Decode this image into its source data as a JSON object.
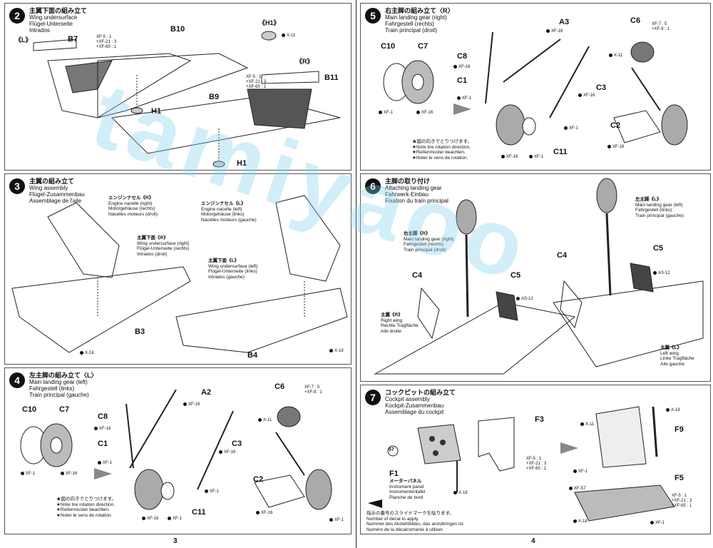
{
  "steps": {
    "s2": {
      "num": "2",
      "jp": "主翼下面の組み立て",
      "en": "Wing undersurface",
      "de": "Flügel-Unterseite",
      "fr": "Intrados"
    },
    "s3": {
      "num": "3",
      "jp": "主翼の組み立て",
      "en": "Wing assembly",
      "de": "Flügel-Zusammenbau",
      "fr": "Assemblage de l'aile"
    },
    "s4": {
      "num": "4",
      "jp": "左主脚の組み立て〈L〉",
      "en": "Main landing gear (left)",
      "de": "Fahrgestell (links)",
      "fr": "Train principal (gauche)"
    },
    "s5": {
      "num": "5",
      "jp": "右主脚の組み立て〈R〉",
      "en": "Main landing gear (right)",
      "de": "Fahrgestell (rechts)",
      "fr": "Train principal (droit)"
    },
    "s6": {
      "num": "6",
      "jp": "主脚の取り付け",
      "en": "Attaching landing gear",
      "de": "Fahrwerk-Einbau",
      "fr": "Fixation du train principal"
    },
    "s7": {
      "num": "7",
      "jp": "コックピットの組み立て",
      "en": "Cockpit assembly",
      "de": "Kockpit-Zusammenbau",
      "fr": "Assemblage du cockpit"
    }
  },
  "parts": {
    "L": "《L》",
    "R": "《R》",
    "H1": "H1",
    "H1b": "《H1》",
    "B7": "B7",
    "B10": "B10",
    "B9": "B9",
    "B11": "B11",
    "B3": "B3",
    "B4": "B4",
    "C10": "C10",
    "C7": "C7",
    "C8": "C8",
    "C1": "C1",
    "A2": "A2",
    "A3": "A3",
    "C3": "C3",
    "C11": "C11",
    "C6": "C6",
    "C2": "C2",
    "C4": "C4",
    "C5": "C5",
    "F1": "F1",
    "F3": "F3",
    "F9": "F9",
    "F5": "F5",
    "d57": "57"
  },
  "paints": {
    "x11": "X-11",
    "x18": "X-18",
    "xf1": "XF-1",
    "xf16": "XF-16",
    "xf57": "XF-57",
    "as12": "AS-12",
    "mix1": "XF-5 : 1",
    "mix2": "+XF-21 : 3",
    "mix3": "+XF-65 : 1",
    "mixc1": "XF-7 : 5",
    "mixc2": "+XF-9 : 1"
  },
  "subs": {
    "nacelleR": {
      "jp": "エンジンナセル《R》",
      "en": "Engine nacelle (right)",
      "de": "Motorgehäuse (rechts)",
      "fr": "Nacelles moteurs (droit)"
    },
    "nacelleL": {
      "jp": "エンジンナセル《L》",
      "en": "Engine nacelle (left)",
      "de": "Motorgehäuse (links)",
      "fr": "Nacelles moteurs (gauche)"
    },
    "underR": {
      "jp": "主翼下面《R》",
      "en": "Wing undersurface (right)",
      "de": "Flügel-Unterseite (rechts)",
      "fr": "Intrados (droit)"
    },
    "underL": {
      "jp": "主翼下面《L》",
      "en": "Wing undersurface (left)",
      "de": "Flügel-Unterseite (links)",
      "fr": "Intrados (gauche)"
    },
    "gearR": {
      "jp": "右主脚《R》",
      "en": "Main landing gear (right)",
      "de": "Fahrgestell (rechts)",
      "fr": "Train principal (droit)"
    },
    "gearL": {
      "jp": "左主脚《L》",
      "en": "Main landing gear (left)",
      "de": "Fahrgestell (links)",
      "fr": "Train principal (gauche)"
    },
    "wingR": {
      "jp": "主翼《R》",
      "en": "Right wing",
      "de": "Rechte Tragfläche",
      "fr": "Aile droite"
    },
    "wingL": {
      "jp": "主翼《L》",
      "en": "Left wing",
      "de": "Linke Tragfläche",
      "fr": "Aile gauche"
    },
    "panel": {
      "jp": "メーターパネル",
      "en": "Instrument panel",
      "de": "Instrumententafel",
      "fr": "Planche de bord"
    }
  },
  "notes": {
    "tire": [
      "★図の向きでとりつけます。",
      "★Note tire rotation direction.",
      "★Reifenmuster beachten.",
      "★Noter le sens de rotation."
    ],
    "decal": [
      "指示の番号のスライドマークを貼ります。",
      "Number of decal to apply.",
      "Nummer des Abziehbildes, das anzubringen ist.",
      "Numéro de la décalcomanie à utiliser."
    ]
  },
  "pages": {
    "left": "3",
    "right": "4"
  },
  "watermark": "tamiyaoo"
}
